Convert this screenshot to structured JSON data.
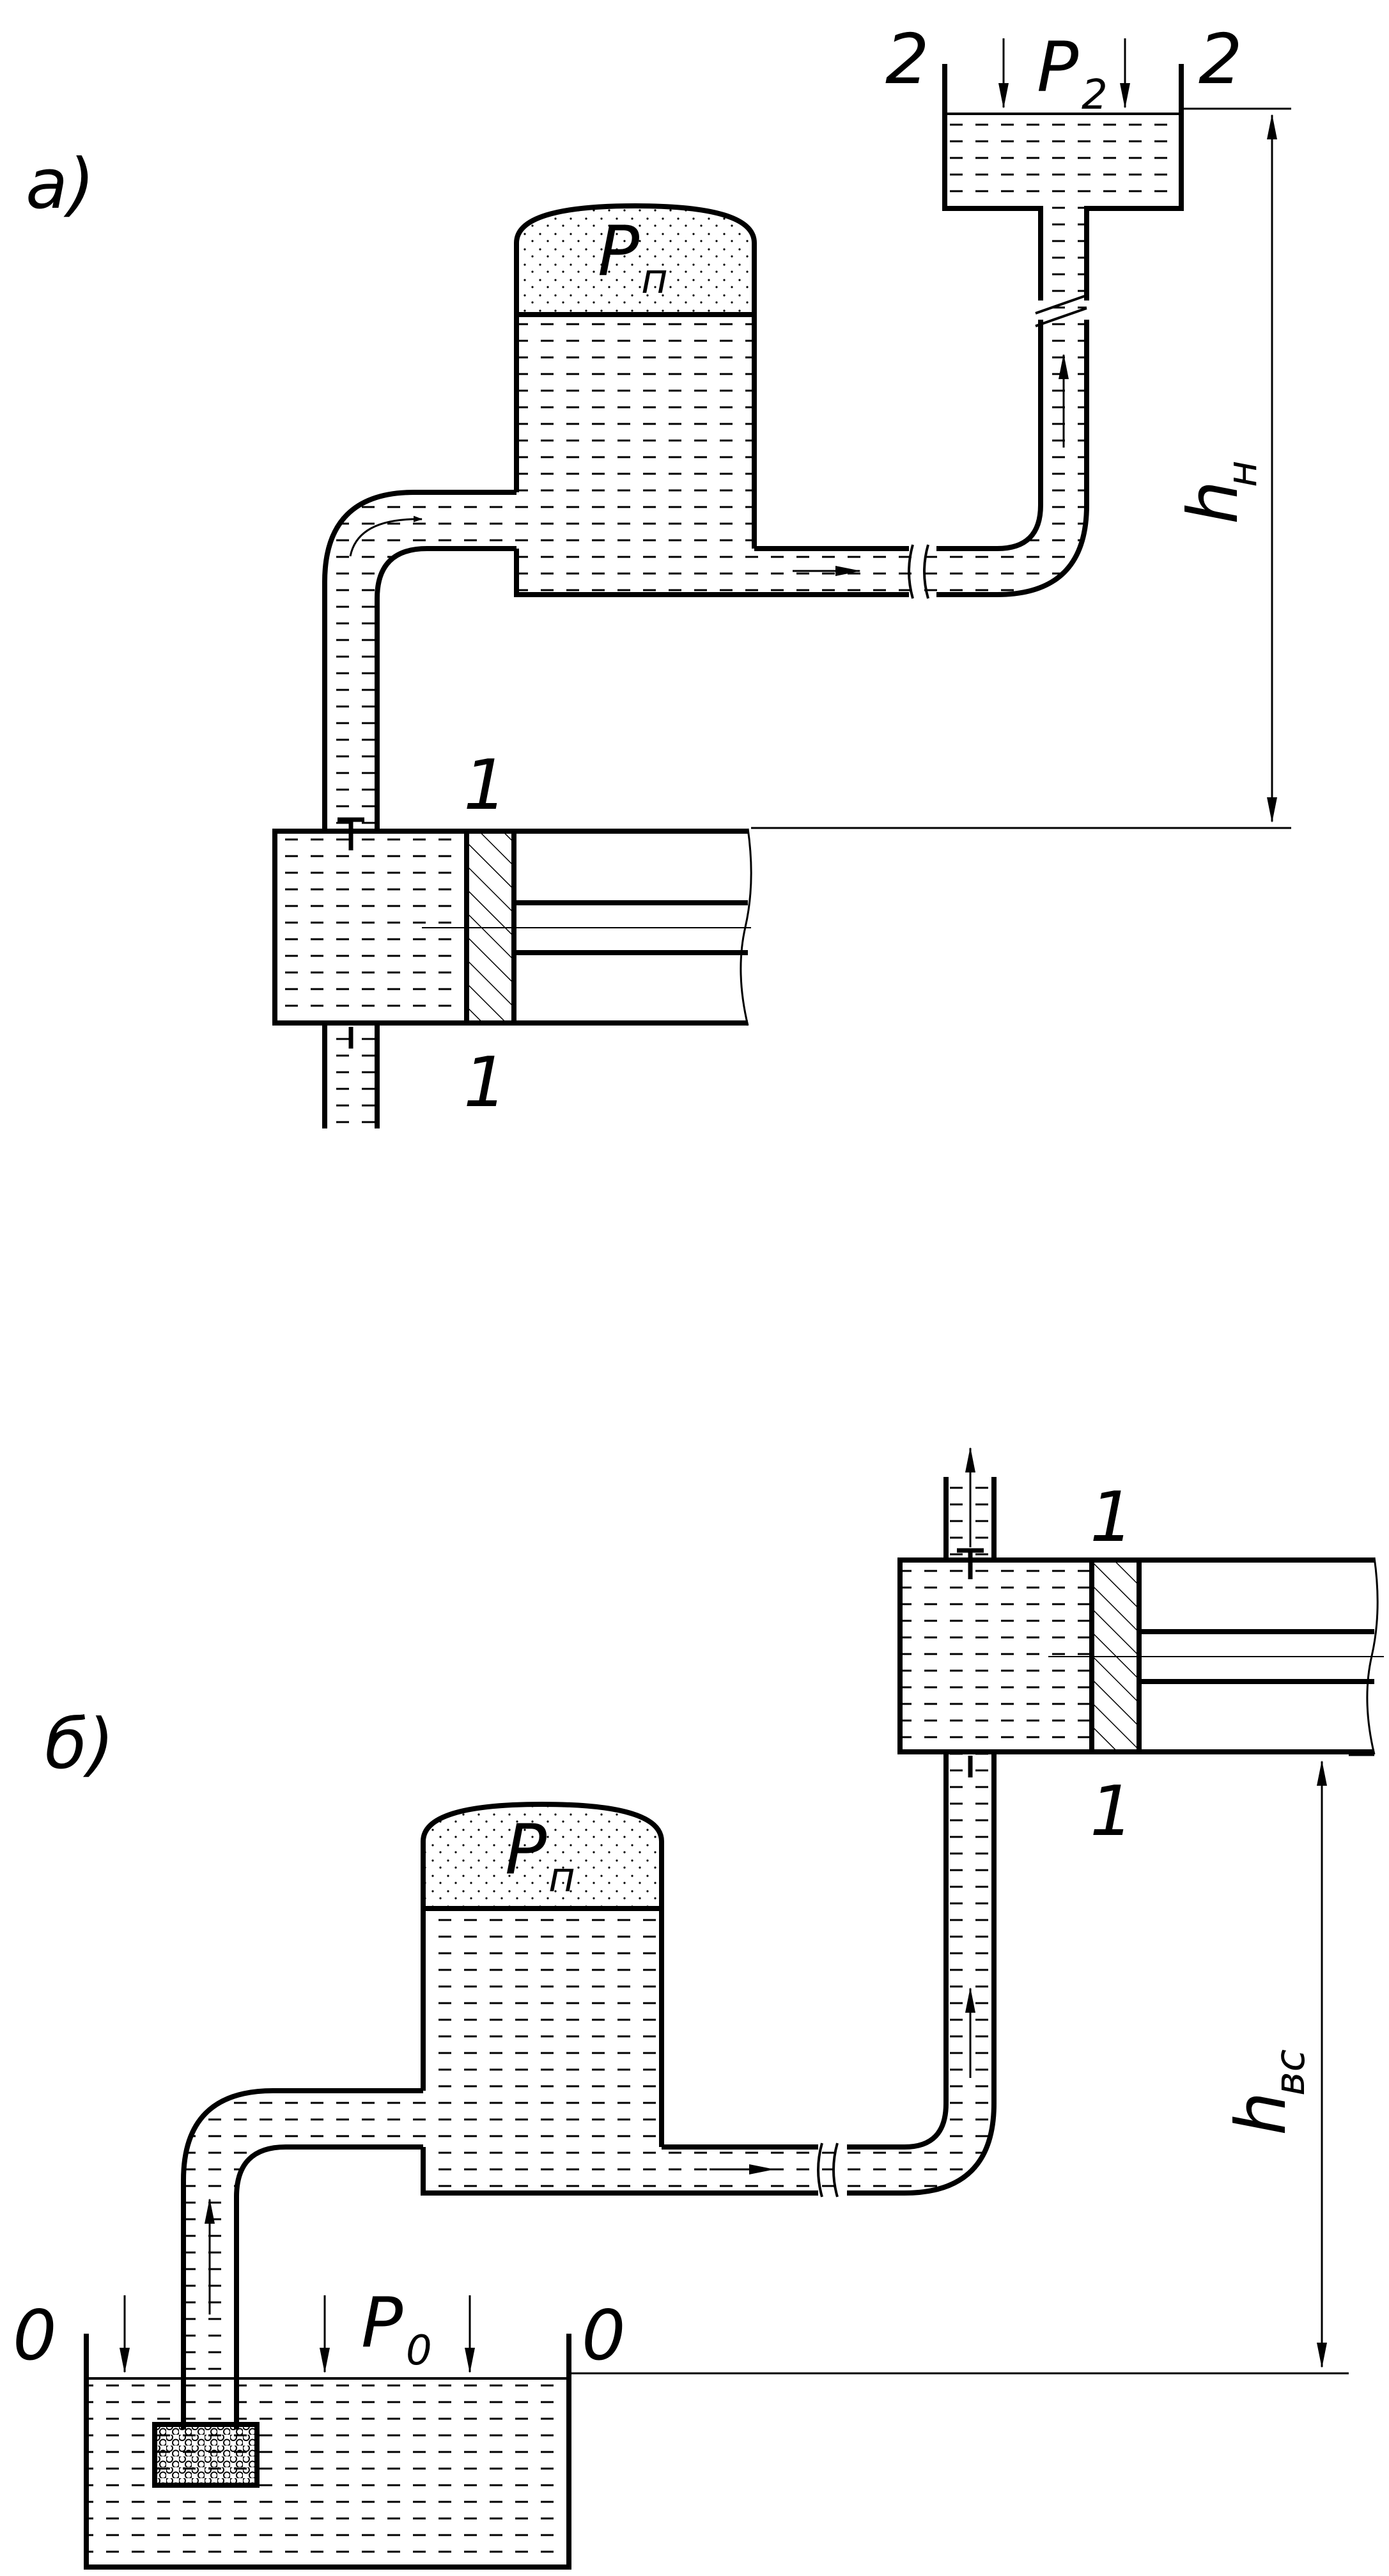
{
  "diagrams": {
    "a": {
      "panel_label": "а)",
      "section_top_left": "2",
      "section_top_right": "2",
      "pressure_top": "P",
      "pressure_top_sub": "2",
      "air_chamber": "P",
      "air_chamber_sub": "п",
      "section_pump_top": "1",
      "section_pump_bottom": "1",
      "height": "h",
      "height_sub": "н"
    },
    "b": {
      "panel_label": "б)",
      "section_pump_top": "1",
      "section_pump_bottom": "1",
      "air_chamber": "P",
      "air_chamber_sub": "п",
      "height": "h",
      "height_sub": "вс",
      "section_tank_left": "0",
      "section_tank_right": "0",
      "pressure_tank": "P",
      "pressure_tank_sub": "0"
    }
  },
  "colors": {
    "line": "#000000",
    "background": "#ffffff"
  }
}
